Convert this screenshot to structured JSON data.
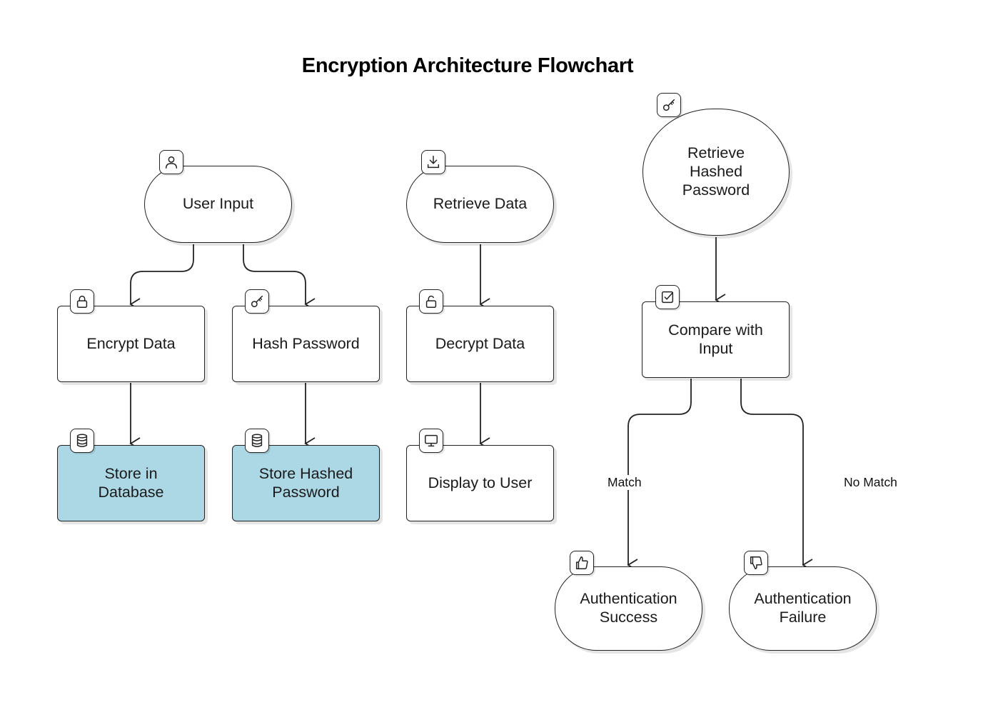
{
  "title": "Encryption Architecture Flowchart",
  "nodes": {
    "user_input": "User Input",
    "encrypt_data": "Encrypt Data",
    "hash_password": "Hash Password",
    "store_db": "Store in\nDatabase",
    "store_hashed": "Store Hashed\nPassword",
    "retrieve_data": "Retrieve Data",
    "decrypt_data": "Decrypt Data",
    "display_user": "Display to User",
    "retrieve_hashed": "Retrieve\nHashed\nPassword",
    "compare_input": "Compare with\nInput",
    "auth_success": "Authentication\nSuccess",
    "auth_failure": "Authentication\nFailure"
  },
  "edge_labels": {
    "match": "Match",
    "no_match": "No Match"
  },
  "icons": {
    "user_input": "user-icon",
    "encrypt_data": "lock-icon",
    "hash_password": "key-icon",
    "store_db": "database-icon",
    "store_hashed": "database-icon",
    "retrieve_data": "download-icon",
    "decrypt_data": "unlock-icon",
    "display_user": "monitor-icon",
    "retrieve_hashed": "key-icon",
    "compare_input": "checkbox-icon",
    "auth_success": "thumbs-up-icon",
    "auth_failure": "thumbs-down-icon"
  },
  "colors": {
    "store_fill": "#acd8e5",
    "stroke": "#222222"
  }
}
